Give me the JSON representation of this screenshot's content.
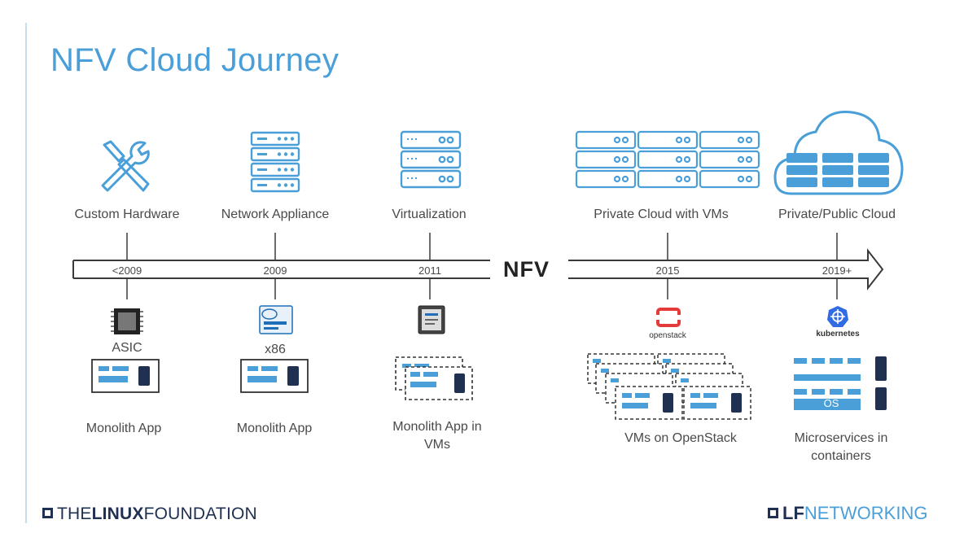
{
  "title": "NFV Cloud Journey",
  "center_label": "NFV",
  "stages": [
    {
      "label": "Custom Hardware",
      "year": "<2009",
      "chip": "ASIC",
      "app": "Monolith App",
      "icon": "wrench-screwdriver-icon"
    },
    {
      "label": "Network Appliance",
      "year": "2009",
      "chip": "x86",
      "app": "Monolith App",
      "icon": "server-rack-icon"
    },
    {
      "label": "Virtualization",
      "year": "2011",
      "chip": "",
      "app": "Monolith App in VMs",
      "icon": "server-stack-icon"
    },
    {
      "label": "Private Cloud with VMs",
      "year": "2015",
      "chip": "openstack",
      "app": "VMs on OpenStack",
      "icon": "server-grid-icon"
    },
    {
      "label": "Private/Public Cloud",
      "year": "2019+",
      "chip": "kubernetes",
      "app": "Microservices in containers",
      "icon": "cloud-servers-icon"
    }
  ],
  "os_label": "OS",
  "footer_left": {
    "prefix": "THE",
    "bold": "LINUX",
    "suffix": "FOUNDATION"
  },
  "footer_right": {
    "bold": "LF",
    "suffix": "NETWORKING"
  },
  "colors": {
    "accent": "#4a9fd8",
    "dark": "#1f3050",
    "text": "#4a4a4a"
  }
}
